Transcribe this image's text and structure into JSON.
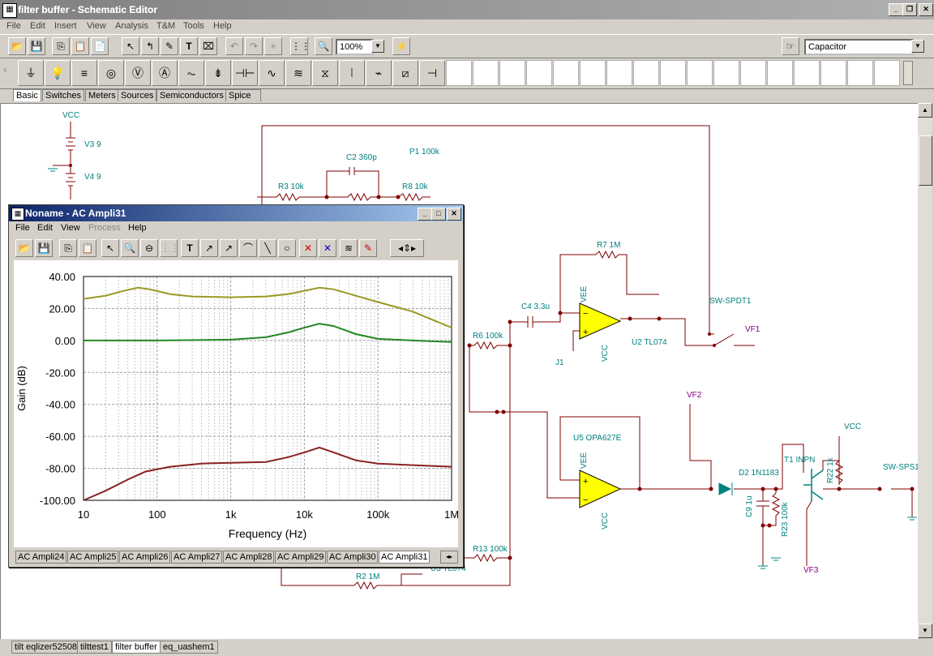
{
  "window": {
    "title": "filter buffer - Schematic Editor",
    "minimize": "_",
    "restore": "❐",
    "close": "✕"
  },
  "menu": [
    "File",
    "Edit",
    "Insert",
    "View",
    "Analysis",
    "T&M",
    "Tools",
    "Help"
  ],
  "toolbar": {
    "zoom": "100%",
    "component": "Capacitor"
  },
  "component_tabs": [
    "Basic",
    "Switches",
    "Meters",
    "Sources",
    "Semiconductors",
    "Spice Macros"
  ],
  "bottom_tabs": [
    "tilt eqlizer52508",
    "tilttest1",
    "filter buffer",
    "eq_uashem1"
  ],
  "schematic_labels": {
    "vcc1": "VCC",
    "v3": "V3 9",
    "v4": "V4 9",
    "c2": "C2 360p",
    "p1": "P1 100k",
    "r3": "R3 10k",
    "r8": "R8 10k",
    "r7": "R7 1M",
    "c4": "C4 3.3u",
    "vee1": "VEE",
    "u2": "U2 TL074",
    "vcc_u2": "VCC",
    "j1": "J1",
    "r6": "R6 100k",
    "swspdt": "SW-SPDT1",
    "vf1": "VF1",
    "vf2": "VF2",
    "u5": "U5 OPA627E",
    "vee2": "VEE",
    "vcc_u5": "VCC",
    "d2": "D2 1N1183",
    "t1": "T1 INPN",
    "r22": "R22 1k",
    "vcc2": "VCC",
    "swsps": "SW-SPS1",
    "c9": "C9 1u",
    "r23": "R23 100k",
    "vf3": "VF3",
    "r13": "R13 100k",
    "r2": "R2 1M",
    "u3": "U3 TL074"
  },
  "ac_window": {
    "title": "Noname - AC Ampli31",
    "menu": [
      "File",
      "Edit",
      "View",
      "Process",
      "Help"
    ],
    "tabs": [
      "AC Ampli24",
      "AC Ampli25",
      "AC Ampli26",
      "AC Ampli27",
      "AC Ampli28",
      "AC Ampli29",
      "AC Ampli30",
      "AC Ampli31"
    ]
  },
  "chart_data": {
    "type": "line",
    "xlabel": "Frequency (Hz)",
    "ylabel": "Gain (dB)",
    "x_scale": "log",
    "xlim": [
      10,
      1000000
    ],
    "ylim": [
      -100,
      40
    ],
    "x_tick_labels": [
      "10",
      "100",
      "1k",
      "10k",
      "100k",
      "1M"
    ],
    "y_tick_labels": [
      "40.00",
      "20.00",
      "0.00",
      "-20.00",
      "-40.00",
      "-60.00",
      "-80.00",
      "-100.00"
    ],
    "grid": true,
    "series": [
      {
        "color": "#999922",
        "x": [
          10,
          20,
          35,
          55,
          80,
          150,
          300,
          1000,
          3000,
          6000,
          10000,
          16000,
          25000,
          50000,
          100000,
          300000,
          1000000
        ],
        "y": [
          26,
          28,
          31,
          33,
          32,
          29,
          27.5,
          27,
          27.5,
          29,
          31,
          33,
          32,
          28,
          24,
          18,
          8
        ]
      },
      {
        "color": "#228822",
        "x": [
          10,
          100,
          1000,
          3000,
          6000,
          10000,
          16000,
          25000,
          50000,
          100000,
          300000,
          1000000
        ],
        "y": [
          0,
          0,
          0.5,
          2,
          5,
          8,
          10.5,
          9,
          4,
          1,
          0,
          -1
        ]
      },
      {
        "color": "#882222",
        "x": [
          10,
          20,
          40,
          70,
          150,
          400,
          1000,
          3000,
          6000,
          10000,
          16000,
          25000,
          50000,
          100000,
          300000,
          1000000
        ],
        "y": [
          -100,
          -94,
          -87,
          -82,
          -79,
          -77,
          -76.5,
          -76,
          -73,
          -70,
          -67,
          -70,
          -75,
          -77,
          -78,
          -79
        ]
      }
    ]
  }
}
